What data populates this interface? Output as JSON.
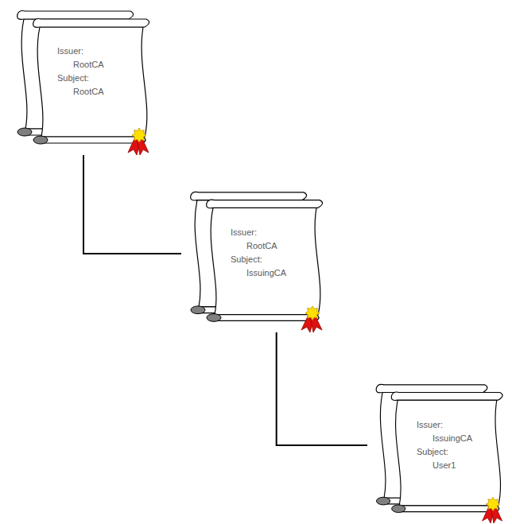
{
  "diagram": {
    "nodes": [
      {
        "text": [
          "Issuer: RootCA",
          "Subject: RootCA"
        ]
      },
      {
        "text": [
          "Issuer: RootCA",
          "Subject: IssuingCA"
        ]
      },
      {
        "text": [
          "Issuer: IssuingCA",
          "Subject: User1"
        ]
      }
    ],
    "edges": [
      {
        "from": 0,
        "to": 1,
        "arrow": "none"
      },
      {
        "from": 1,
        "to": 2,
        "arrow": "none"
      }
    ]
  }
}
